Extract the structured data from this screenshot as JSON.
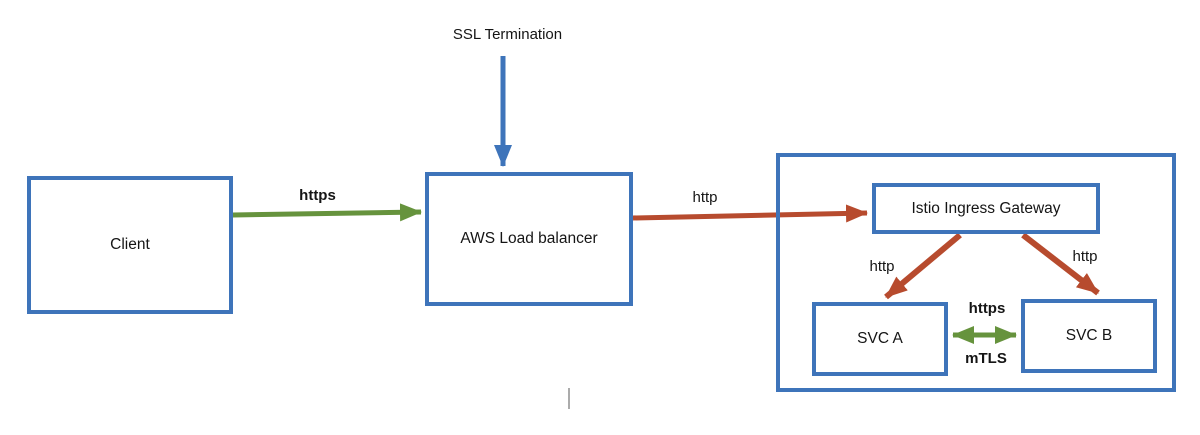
{
  "diagram": {
    "annotations": {
      "ssl_termination": "SSL Termination"
    },
    "nodes": {
      "client": {
        "label": "Client"
      },
      "aws_lb": {
        "label": "AWS Load balancer"
      },
      "istio_gateway": {
        "label": "Istio Ingress Gateway"
      },
      "svc_a": {
        "label": "SVC A"
      },
      "svc_b": {
        "label": "SVC B"
      }
    },
    "edges": {
      "client_to_lb": {
        "label": "https",
        "color": "green"
      },
      "lb_to_istio": {
        "label": "http",
        "color": "red"
      },
      "ssl_to_lb": {
        "label": "",
        "color": "blue"
      },
      "istio_to_svc_a": {
        "label": "http",
        "color": "red"
      },
      "istio_to_svc_b": {
        "label": "http",
        "color": "red"
      },
      "svc_a_to_svc_b": {
        "label_top": "https",
        "label_bottom": "mTLS",
        "color": "green",
        "bidirectional": true
      }
    },
    "colors": {
      "box_border": "#3e74ba",
      "arrow_green": "#66933d",
      "arrow_red": "#b74b2e",
      "arrow_blue": "#3e74ba",
      "cursor_gray": "#ababab"
    }
  }
}
